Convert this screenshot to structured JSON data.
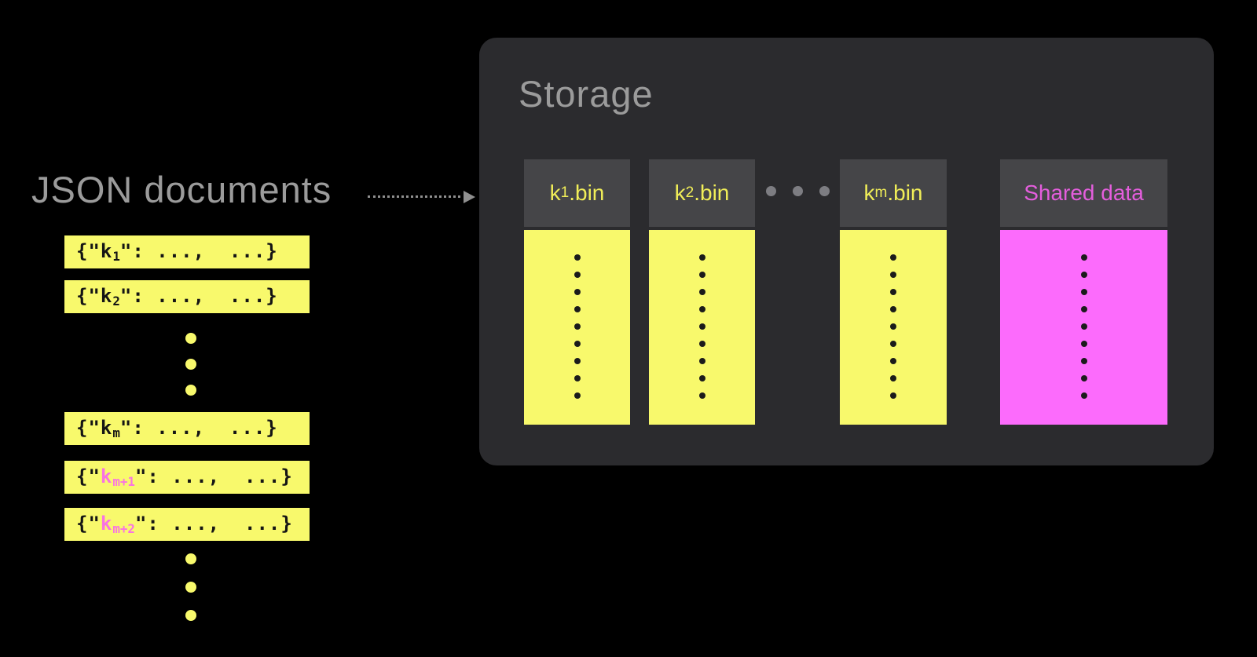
{
  "colors": {
    "background": "#000000",
    "panel": "#2b2b2e",
    "bin_header": "#454548",
    "yellow": "#f8f96c",
    "magenta": "#fc6bfc",
    "gray_text": "#9b9b9b",
    "arrow": "#8f8f8f",
    "ellipsis": "#7d7d82",
    "bin_label_yellow": "#f1ee58",
    "shared_label_pink": "#e45edd",
    "key_pink": "#f973e2",
    "code_text": "#141414",
    "column_dot": "#1b1b1b"
  },
  "left": {
    "title": "JSON documents"
  },
  "documents": [
    {
      "open": "{\"",
      "key": "k",
      "sub": "1",
      "close": "\": ...,  ...}",
      "highlight": false
    },
    {
      "open": "{\"",
      "key": "k",
      "sub": "2",
      "close": "\": ...,  ...}",
      "highlight": false
    },
    {
      "open": "{\"",
      "key": "k",
      "sub": "m",
      "close": "\": ...,  ...}",
      "highlight": false
    },
    {
      "open": "{\"",
      "key": "k",
      "sub": "m+1",
      "close": "\": ...,  ...}",
      "highlight": true
    },
    {
      "open": "{\"",
      "key": "k",
      "sub": "m+2",
      "close": "\": ...,  ...}",
      "highlight": true
    }
  ],
  "doc_ellipsis_dot_count": 3,
  "storage": {
    "title": "Storage",
    "bins": [
      {
        "name": "k",
        "sub": "1",
        "ext": ".bin",
        "shared": false
      },
      {
        "name": "k",
        "sub": "2",
        "ext": ".bin",
        "shared": false
      },
      {
        "name": "k",
        "sub": "m",
        "ext": ".bin",
        "shared": false
      },
      {
        "name": "Shared data",
        "sub": "",
        "ext": "",
        "shared": true
      }
    ],
    "bin_dot_count": 9,
    "header_ellipsis_dot_count": 3
  }
}
